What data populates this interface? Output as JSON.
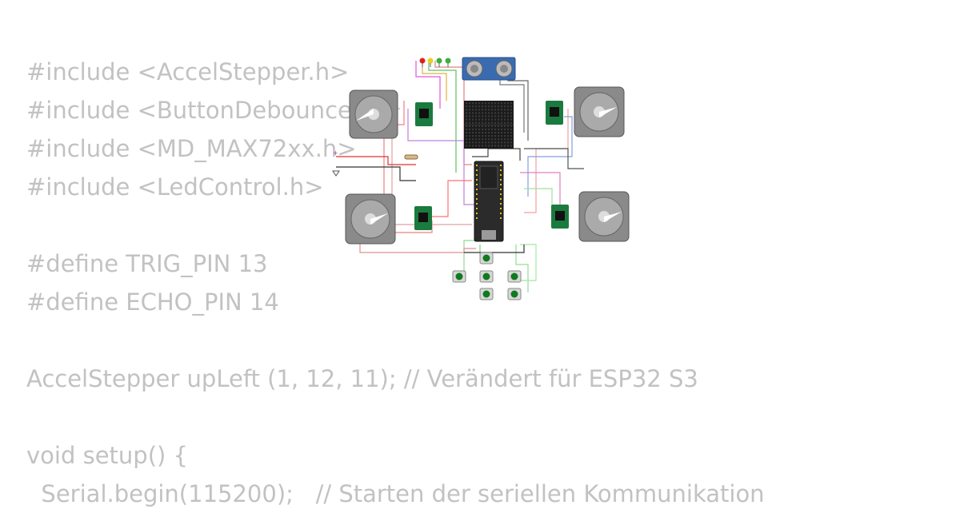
{
  "code_lines": [
    "#include <AccelStepper.h>",
    "#include <ButtonDebounce",
    "#include <MD_MAX72xx.h>",
    "#include <LedControl.h>",
    "",
    "#define TRIG_PIN 13",
    "#define ECHO_PIN 14",
    "",
    "AccelStepper upLeft (1, 12, 11); // Verändert für ESP32 S3",
    "",
    "void setup() {",
    "  Serial.begin(115200);   // Starten der seriellen Kommunikation"
  ],
  "circuit": {
    "colors": {
      "code_text": "#c2c2c2",
      "motor_body": "#8a8a8a",
      "driver_board": "#1b7a3e",
      "matrix": "#1a1a1a",
      "mcu": "#2b2b2b",
      "sensor": "#3a6bb0",
      "button_cap": "#0f7a1f",
      "led_red": "#e02020",
      "led_yellow": "#e8d020",
      "led_green": "#3cb03c"
    },
    "components": [
      "stepper-motor",
      "stepper-motor",
      "stepper-motor",
      "stepper-motor",
      "a4988-driver",
      "a4988-driver",
      "a4988-driver",
      "a4988-driver",
      "led-matrix",
      "esp32-s3",
      "ultrasonic-sensor",
      "pushbutton",
      "led",
      "resistor"
    ]
  }
}
